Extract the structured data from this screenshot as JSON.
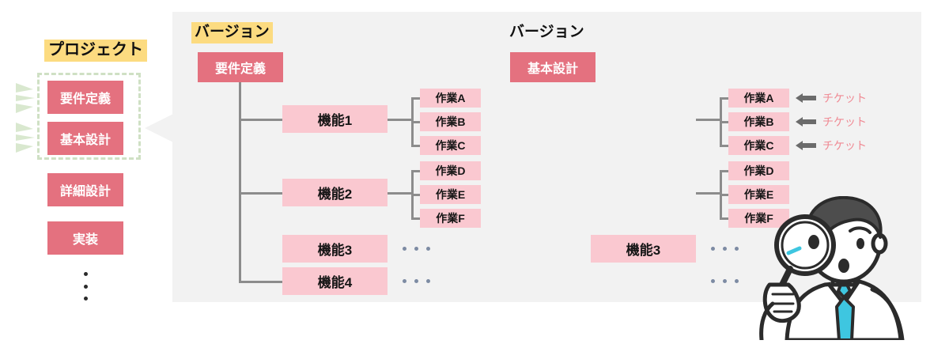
{
  "left_column": {
    "title": "プロジェクト",
    "phases": [
      "要件定義",
      "基本設計",
      "詳細設計",
      "実装"
    ],
    "highlighted_phases": [
      "要件定義",
      "基本設計"
    ],
    "ellipsis": "⋮"
  },
  "panel": {
    "sections": [
      {
        "id": "left-version",
        "label": "バージョン",
        "label_highlighted": true,
        "root": "要件定義",
        "features": [
          {
            "name": "機能1",
            "tasks": [
              "作業A",
              "作業B",
              "作業C"
            ],
            "ellipsis": false
          },
          {
            "name": "機能2",
            "tasks": [
              "作業D",
              "作業E",
              "作業F"
            ],
            "ellipsis": false
          },
          {
            "name": "機能3",
            "tasks": [],
            "ellipsis": true
          },
          {
            "name": "機能4",
            "tasks": [],
            "ellipsis": true
          }
        ]
      },
      {
        "id": "right-version",
        "label": "バージョン",
        "label_highlighted": false,
        "root": "基本設計",
        "features": [
          {
            "name": "",
            "tasks": [
              "作業A",
              "作業B",
              "作業C"
            ],
            "ellipsis": false
          },
          {
            "name": "",
            "tasks": [
              "作業D",
              "作業E",
              "作業F"
            ],
            "ellipsis": false
          },
          {
            "name": "機能3",
            "tasks": [],
            "ellipsis": true
          },
          {
            "name": "",
            "tasks": [],
            "ellipsis": true
          }
        ],
        "ticket_labels": [
          "チケット",
          "チケット",
          "チケット"
        ]
      }
    ]
  },
  "colors": {
    "phase_red": "#e4717f",
    "box_pink": "#fac8d0",
    "highlight_yellow": "#fcdb80",
    "panel_gray": "#f2f2f2",
    "connector_gray": "#8c8c8c",
    "dashed_green": "#cfe0c4",
    "ticket_pink": "#f08a94",
    "tie_cyan": "#3ec6e0",
    "hair_gray": "#4d4d4d"
  },
  "illustration": {
    "name": "man-with-magnifying-glass"
  }
}
